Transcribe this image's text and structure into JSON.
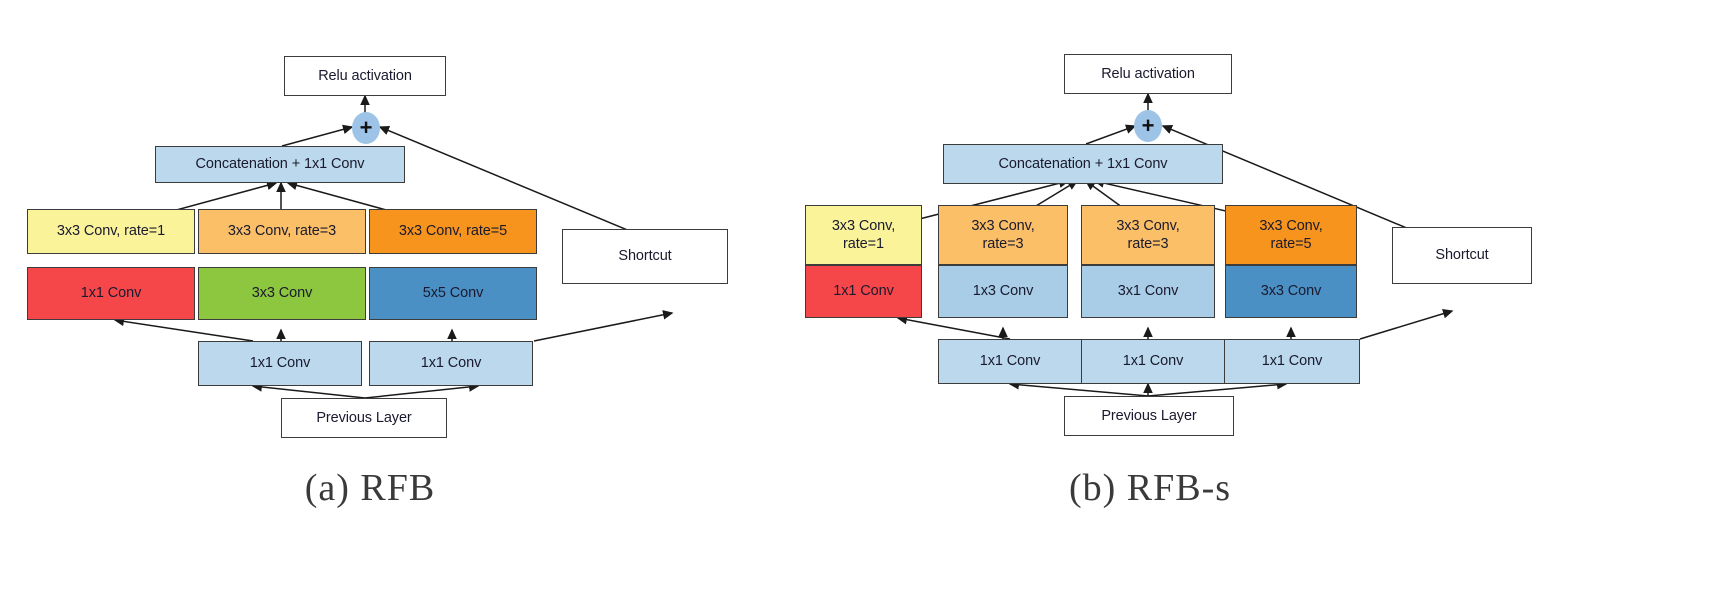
{
  "figure": {
    "background": "#ffffff",
    "palette": {
      "yellow": "#faf39a",
      "light_orange": "#fbc067",
      "orange": "#f7941e",
      "red": "#f5474a",
      "green": "#8dc63f",
      "blue": "#4a90c4",
      "light_blue": "#bcd8ec",
      "plus_blue": "#9dc3e6",
      "white": "#ffffff",
      "border": "#3c3c3c",
      "text": "#1a1a2e"
    }
  },
  "panels": [
    {
      "id": "rfb",
      "caption": "(a) RFB",
      "nodes": {
        "relu": "Relu activation",
        "plus": "+",
        "concat": "Concatenation + 1x1 Conv",
        "shortcut": "Shortcut",
        "previous_layer": "Previous Layer",
        "dilated": [
          "3x3 Conv, rate=1",
          "3x3 Conv, rate=3",
          "3x3 Conv, rate=5"
        ],
        "convs": [
          "1x1 Conv",
          "3x3 Conv",
          "5x5 Conv"
        ],
        "bottlenecks": [
          "1x1 Conv",
          "1x1 Conv"
        ]
      }
    },
    {
      "id": "rfb-s",
      "caption": "(b) RFB-s",
      "nodes": {
        "relu": "Relu activation",
        "plus": "+",
        "concat": "Concatenation + 1x1 Conv",
        "shortcut": "Shortcut",
        "previous_layer": "Previous Layer",
        "dilated": [
          [
            "3x3 Conv,",
            "rate=1"
          ],
          [
            "3x3 Conv,",
            "rate=3"
          ],
          [
            "3x3 Conv,",
            "rate=3"
          ],
          [
            "3x3 Conv,",
            "rate=5"
          ]
        ],
        "convs": [
          "1x1 Conv",
          "1x3 Conv",
          "3x1 Conv",
          "3x3 Conv"
        ],
        "bottlenecks": [
          "1x1 Conv",
          "1x1 Conv",
          "1x1 Conv"
        ]
      }
    }
  ]
}
